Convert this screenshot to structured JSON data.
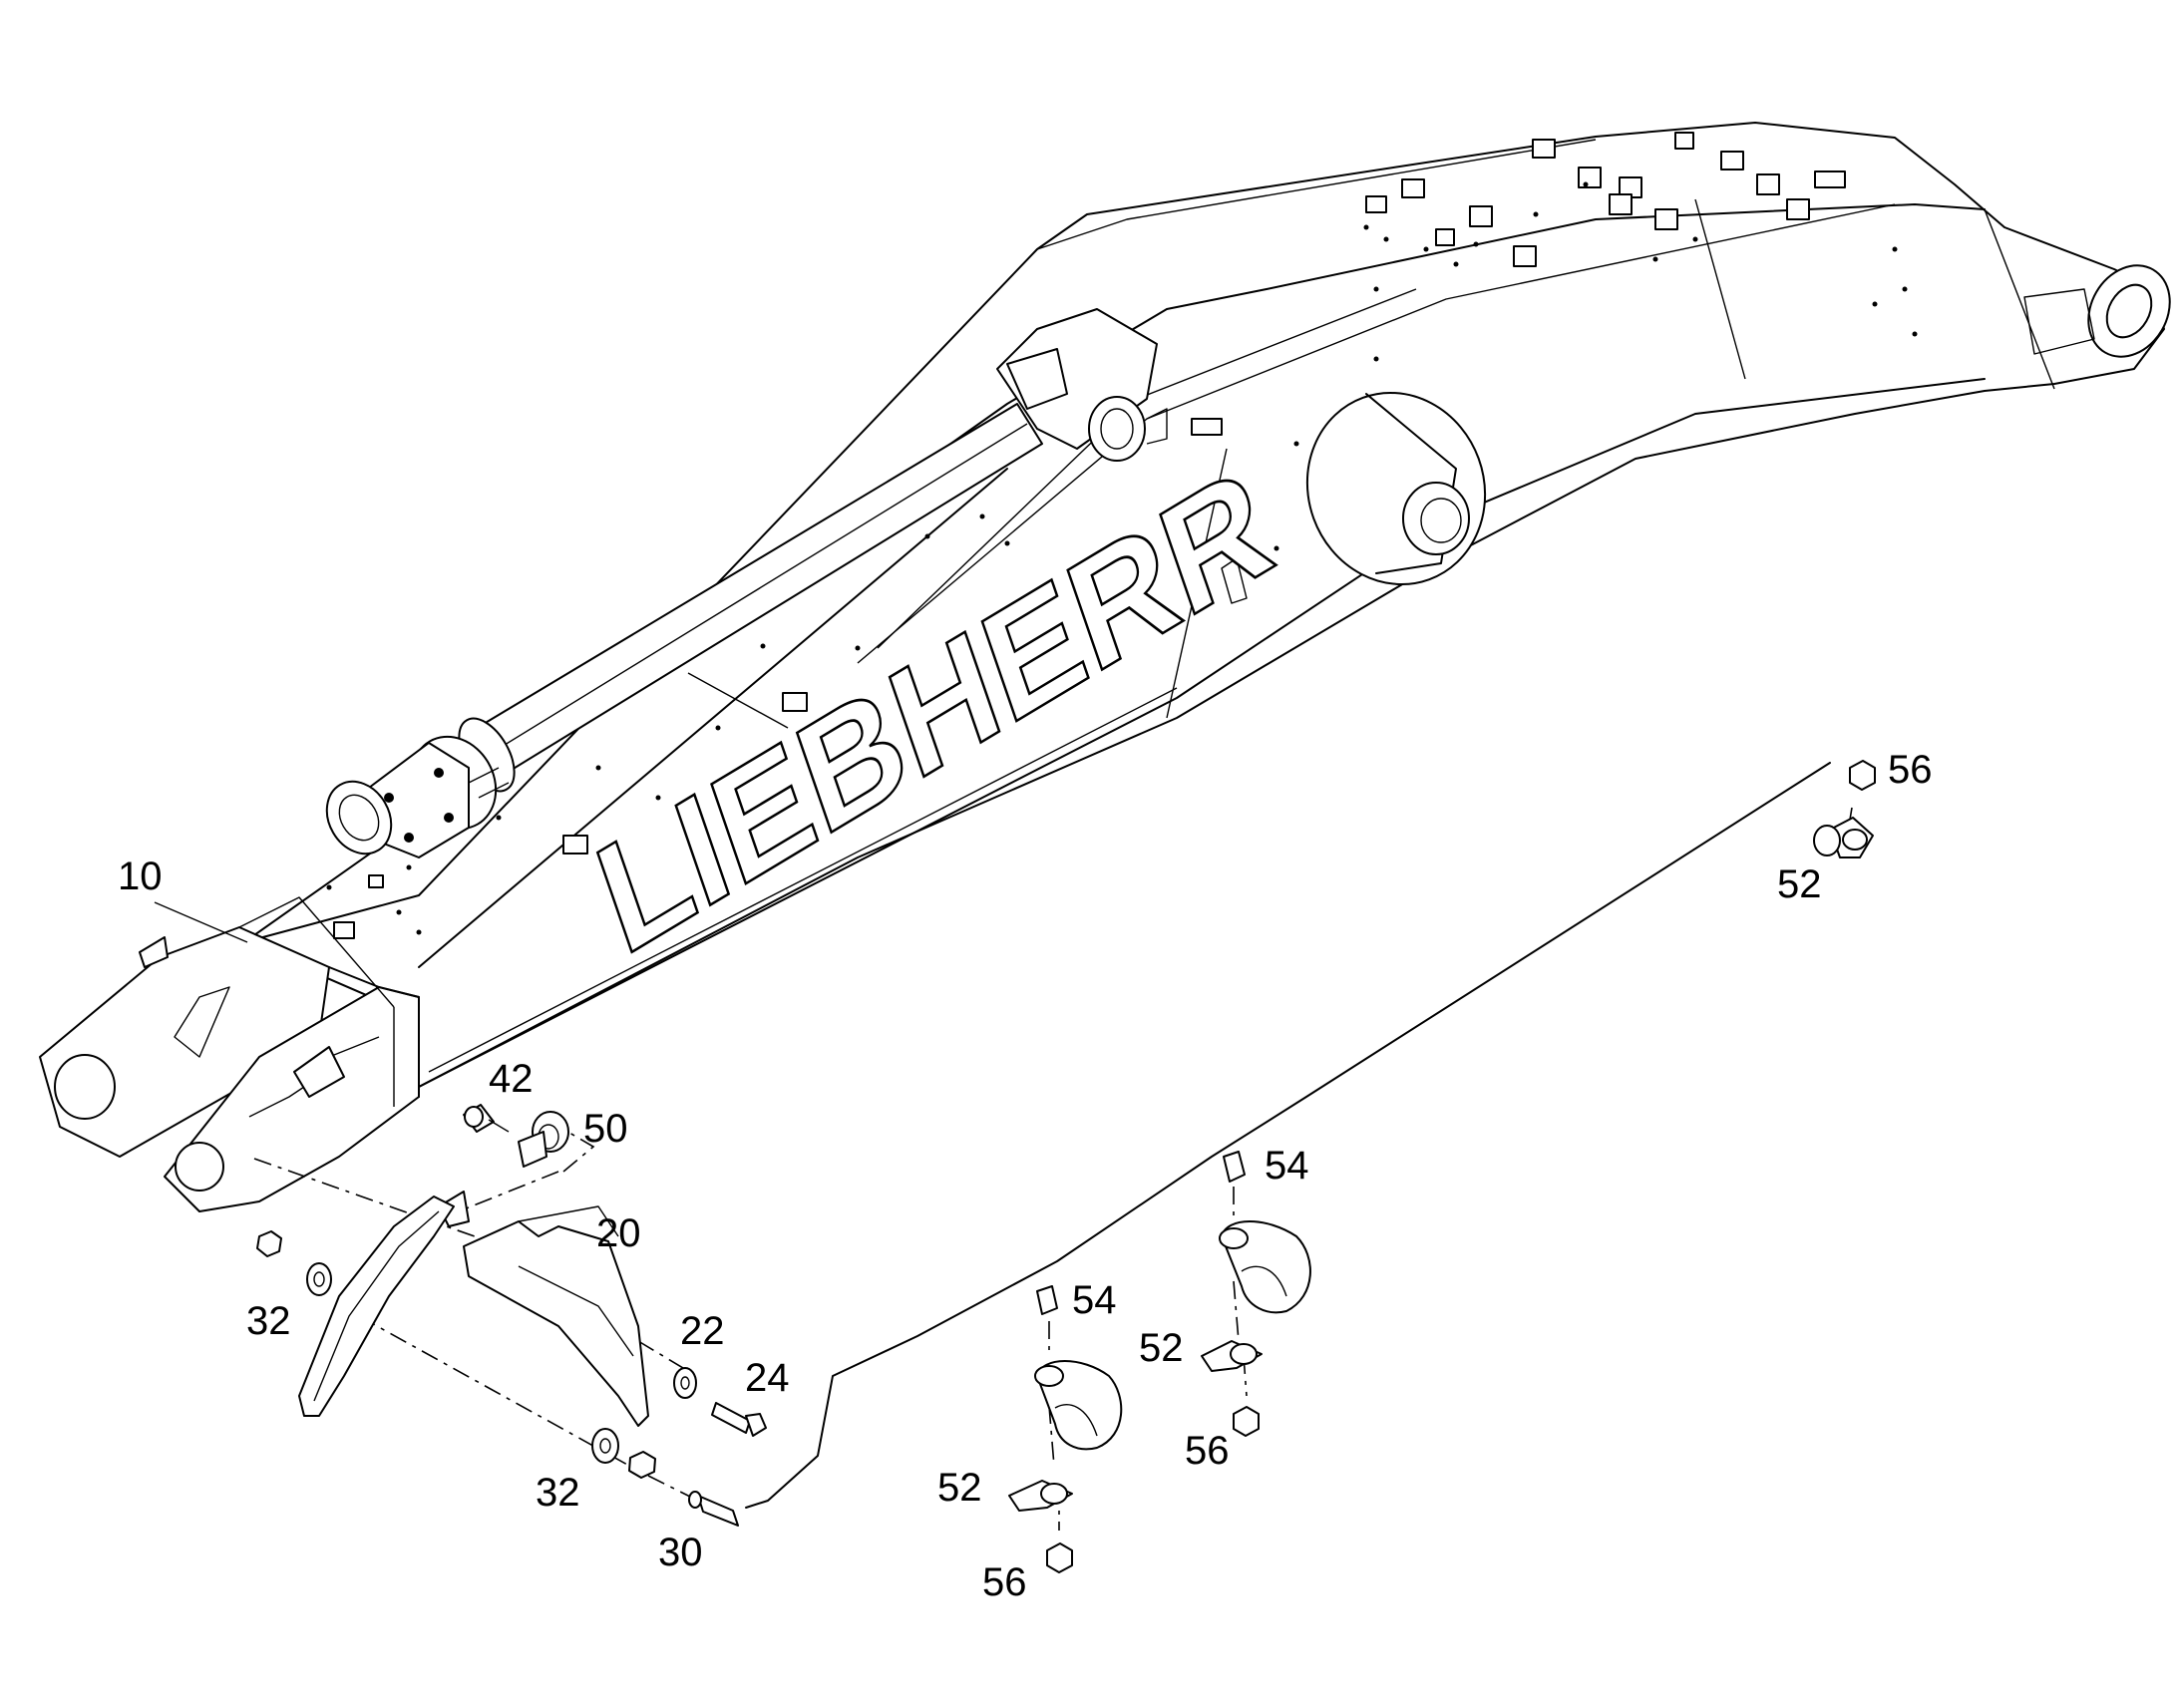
{
  "brand": "LIEBHERR",
  "callouts": {
    "c10": "10",
    "c20": "20",
    "c22": "22",
    "c24": "24",
    "c30": "30",
    "c32a": "32",
    "c32b": "32",
    "c42": "42",
    "c50": "50",
    "c52a": "52",
    "c52b": "52",
    "c52c": "52",
    "c54a": "54",
    "c54b": "54",
    "c56a": "56",
    "c56b": "56",
    "c56c": "56"
  }
}
